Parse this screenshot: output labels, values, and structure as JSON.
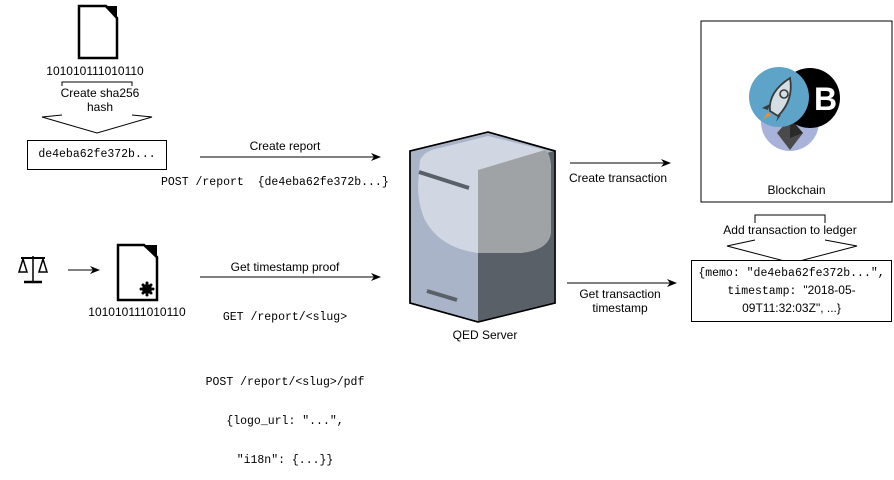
{
  "top_flow": {
    "binary_label": "101010111010110",
    "hash_step_label_line1": "Create sha256",
    "hash_step_label_line2": "hash",
    "hash_box_text": "de4eba62fe372b...",
    "create_report_label": "Create report",
    "create_report_request": "POST /report  {de4eba62fe372b...}"
  },
  "bottom_flow": {
    "binary_label": "101010111010110",
    "timestamp_proof_label": "Get timestamp proof",
    "get_request": "GET /report/<slug>",
    "pdf_request_line1": "POST /report/<slug>/pdf",
    "pdf_request_line2": "{logo_url: \"...\",",
    "pdf_request_line3": "\"i18n\": {...}}"
  },
  "server": {
    "label": "QED Server"
  },
  "blockchain": {
    "label": "Blockchain",
    "create_transaction_label": "Create transaction",
    "add_to_ledger_label": "Add transaction to ledger",
    "get_timestamp_label_line1": "Get transaction",
    "get_timestamp_label_line2": "timestamp",
    "ledger_memo_line": "{memo: \"de4eba62fe372b...\",",
    "ledger_ts_key": "timestamp: ",
    "ledger_ts_val1": "\"2018-05-",
    "ledger_ts_val2": "09T11:32:03Z\", ...}"
  },
  "icons": [
    "document-icon",
    "scales-icon",
    "certified-document-icon",
    "server-icon",
    "stellar-rocket-icon",
    "bitcoin-icon",
    "ethereum-icon"
  ],
  "colors": {
    "server_light": "#d0d6e2",
    "server_mid": "#aab4c8",
    "server_gray": "#a0a3a6",
    "server_dark": "#5a6068",
    "stellar_blue": "#5ea3c8",
    "ethereum_lavender": "#a9b3d9"
  }
}
